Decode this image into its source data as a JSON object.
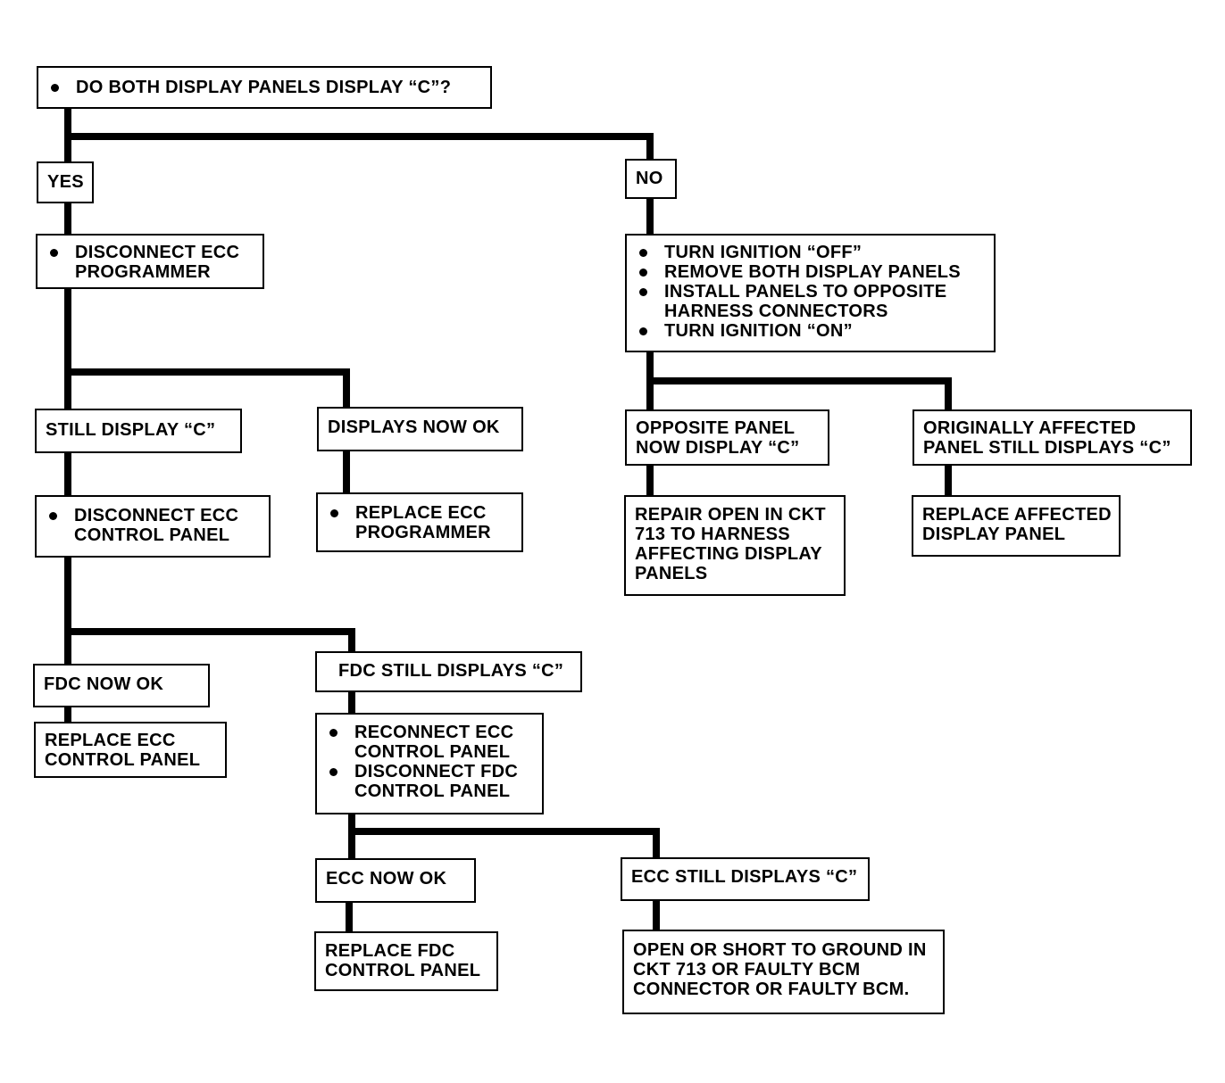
{
  "nodes": {
    "start": {
      "items": [
        "DO BOTH DISPLAY PANELS DISPLAY “c”?"
      ]
    },
    "yes": {
      "label": "YES"
    },
    "no": {
      "label": "NO"
    },
    "disconnect_programmer": {
      "items": [
        "DISCONNECT ECC PROGRAMMER"
      ]
    },
    "ignition_steps": {
      "items": [
        "TURN IGNITION “OFF”",
        "REMOVE BOTH DISPLAY PANELS",
        "INSTALL PANELS TO OPPOSITE HARNESS CONNECTORS",
        "TURN IGNITION “ON”"
      ]
    },
    "still_display": {
      "label": "STILL DISPLAY “c”"
    },
    "displays_now_ok": {
      "label": "DISPLAYS NOW OK"
    },
    "opposite_panel": {
      "lines": [
        "OPPOSITE PANEL",
        "NOW DISPLAY “c”"
      ]
    },
    "originally_affected": {
      "lines": [
        "ORIGINALLY AFFECTED",
        "PANEL STILL DISPLAYS “c”"
      ]
    },
    "disconnect_control": {
      "items": [
        "DISCONNECT ECC CONTROL PANEL"
      ]
    },
    "replace_programmer": {
      "items": [
        "REPLACE ECC PROGRAMMER"
      ]
    },
    "repair_open": {
      "lines": [
        "REPAIR OPEN IN CKT",
        "713 TO HARNESS",
        "AFFECTING DISPLAY",
        "PANELS"
      ]
    },
    "replace_affected": {
      "lines": [
        "REPLACE AFFECTED",
        "DISPLAY PANEL"
      ]
    },
    "fdc_now_ok": {
      "label": "FDC NOW OK"
    },
    "fdc_still": {
      "label": "FDC STILL DISPLAYS “c”"
    },
    "replace_ecc_control": {
      "lines": [
        "REPLACE ECC",
        "CONTROL PANEL"
      ]
    },
    "reconnect_steps": {
      "items": [
        "RECONNECT ECC CONTROL PANEL",
        "DISCONNECT FDC CONTROL PANEL"
      ]
    },
    "ecc_now_ok": {
      "label": "ECC NOW OK"
    },
    "ecc_still": {
      "label": "ECC STILL DISPLAYS “c”"
    },
    "replace_fdc": {
      "lines": [
        "REPLACE FDC",
        "CONTROL PANEL"
      ]
    },
    "open_short": {
      "lines": [
        "OPEN OR SHORT TO GROUND IN",
        "CKT 713 OR FAULTY BCM",
        "CONNECTOR OR FAULTY BCM."
      ]
    }
  }
}
